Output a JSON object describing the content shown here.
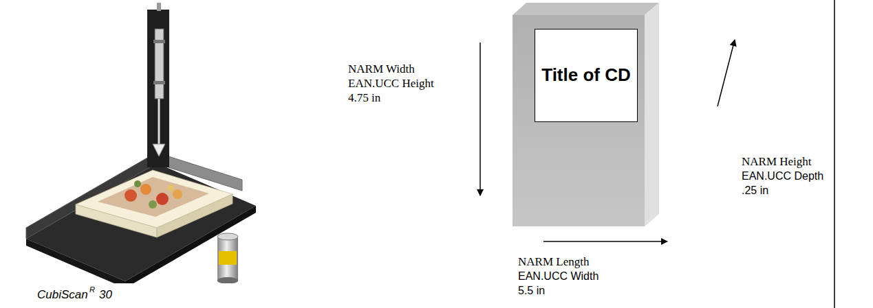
{
  "diagram": {
    "nodes": [
      {
        "text": [
          "Title of CD"
        ]
      }
    ],
    "labels": [
      "CubiScan",
      "R",
      "30",
      "NARM Width",
      "EAN.UCC Height",
      "4.75 in",
      "NARM Height",
      "EAN.UCC Depth",
      ".25 in",
      "NARM Length",
      "EAN.UCC Width",
      "5.5 in"
    ]
  }
}
